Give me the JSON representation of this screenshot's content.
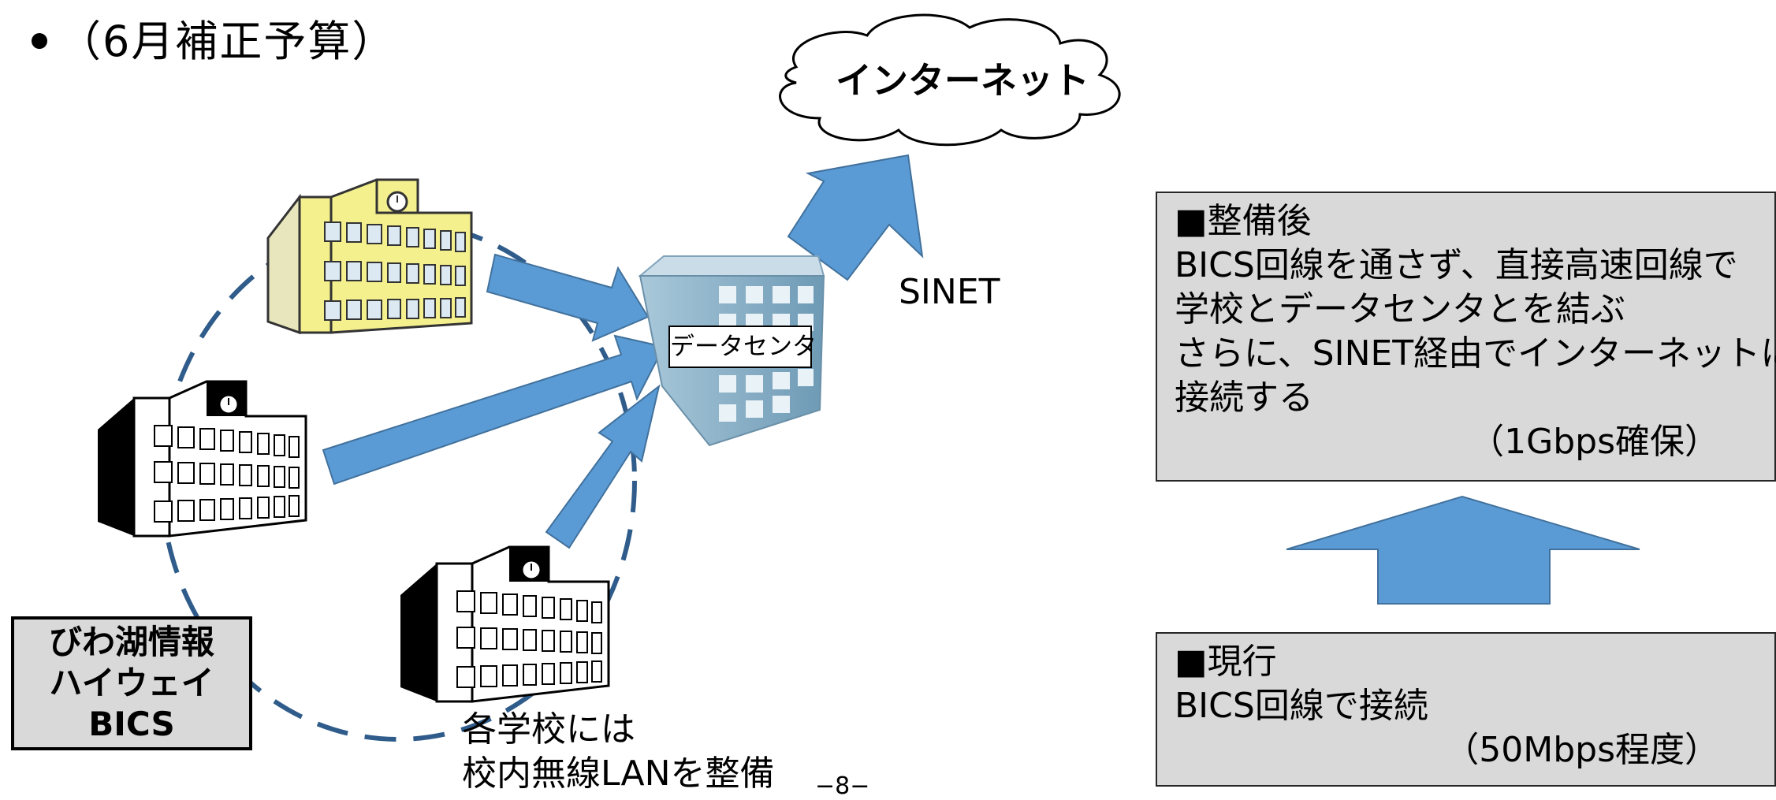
{
  "title": "（6月補正予算）",
  "cloud_label": "インターネット",
  "sinet_label": "SINET",
  "datacenter_label": "データセンタ",
  "bics_box": {
    "line1": "びわ湖情報",
    "line2": "ハイウェイ",
    "line3": "BICS"
  },
  "caption": {
    "line1": "各学校には",
    "line2": "校内無線LANを整備"
  },
  "page_number": "−8−",
  "panel_after": {
    "heading": "■整備後",
    "line1": "BICS回線を通さず、直接高速回線で",
    "line2": "学校とデータセンタとを結ぶ",
    "line3": "さらに、SINET経由でインターネットに",
    "line4": "接続する",
    "note": "（1Gbps確保）"
  },
  "panel_current": {
    "heading": "■現行",
    "line1": "BICS回線で接続",
    "note": "（50Mbps程度）"
  },
  "colors": {
    "arrow": "#5b9bd5",
    "dashed_ring": "#2f5c8a",
    "panel_bg": "#d9d9d9",
    "school_yellow": "#f5f08e",
    "building_blue": "#8fb4cc"
  }
}
